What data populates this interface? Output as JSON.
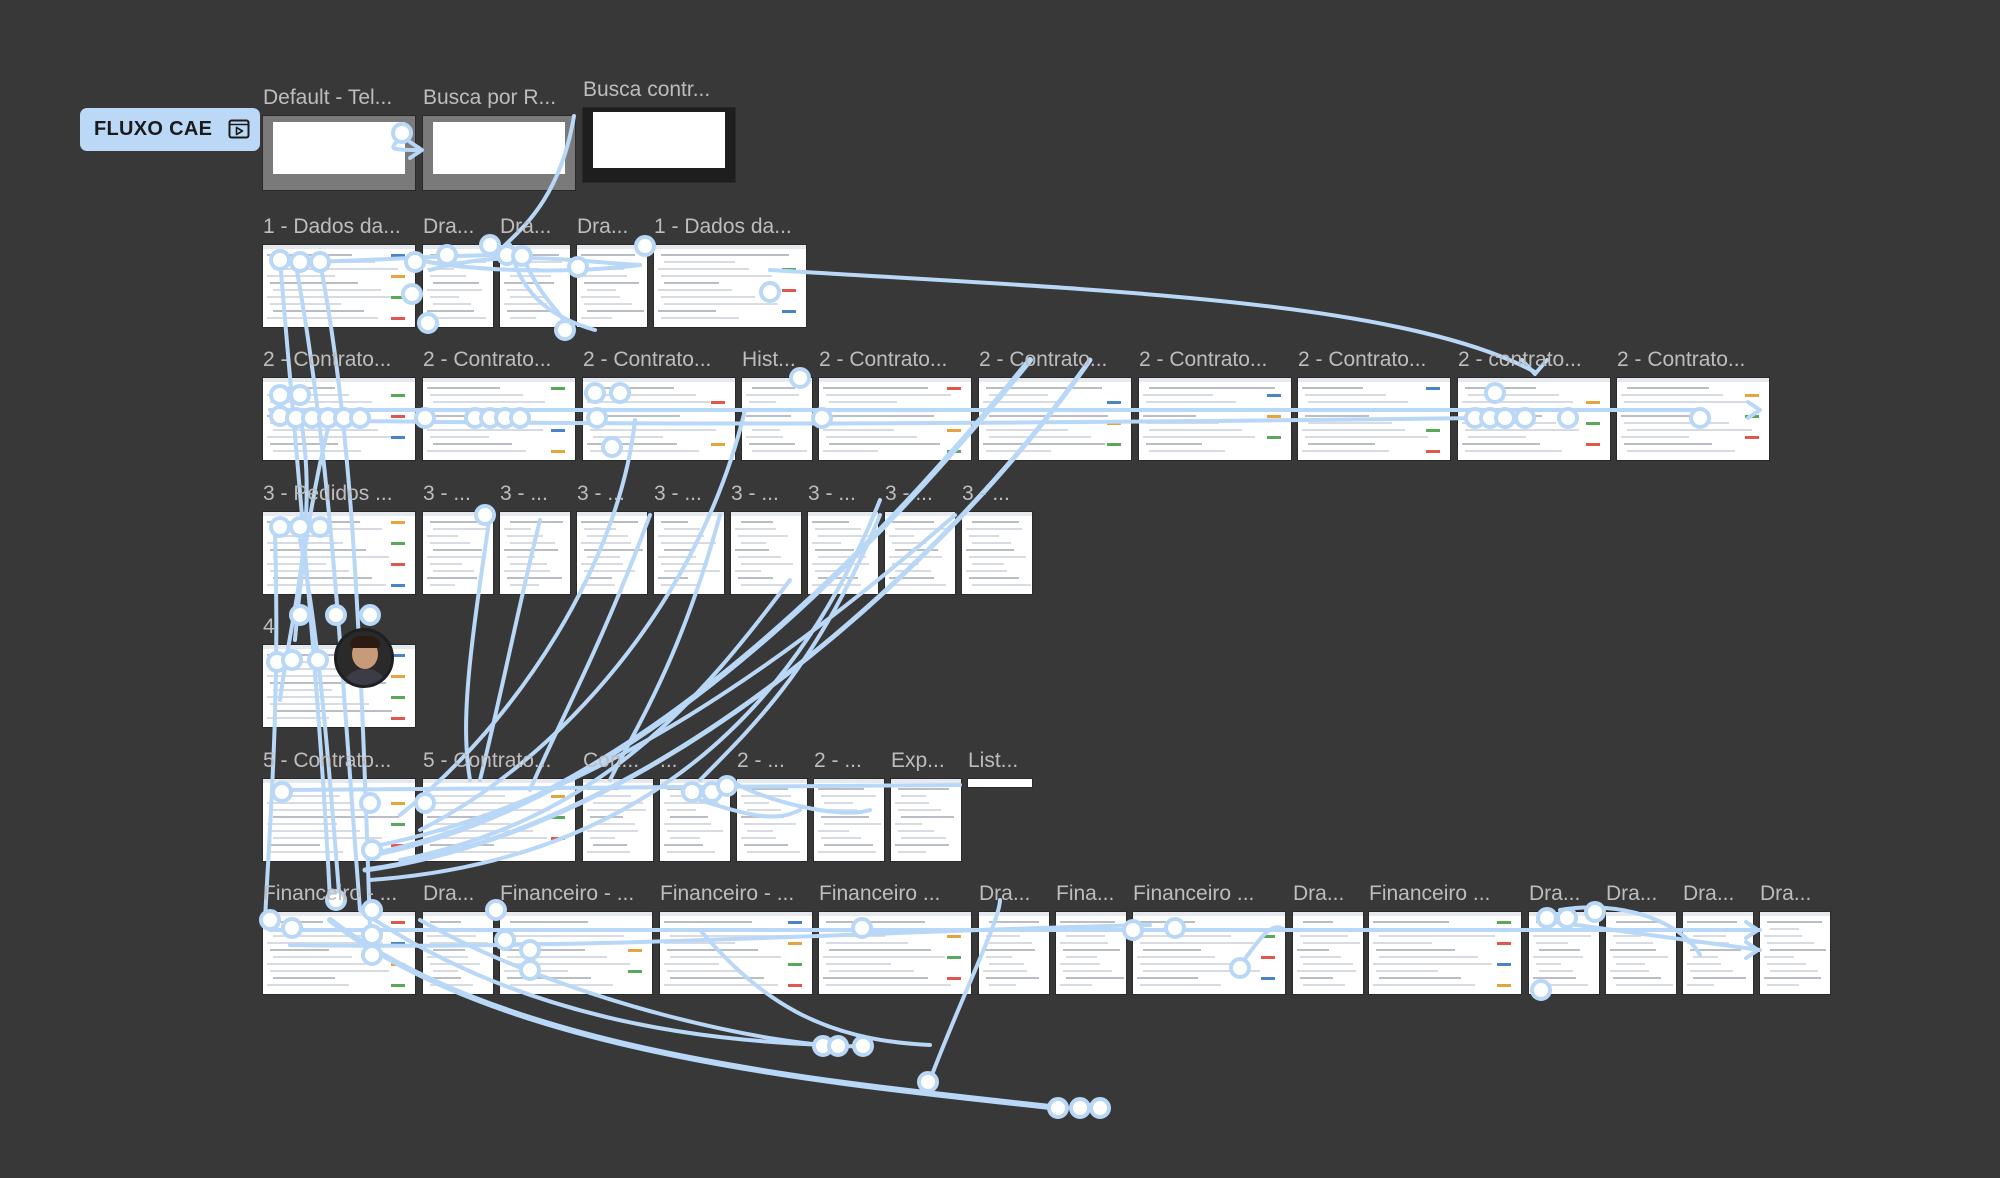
{
  "flow": {
    "label": "FLUXO CAE",
    "icon": "play-icon"
  },
  "labels": [
    {
      "id": "r0c0",
      "text": "Default - Tel..."
    },
    {
      "id": "r0c1",
      "text": "Busca por R..."
    },
    {
      "id": "r0c2",
      "text": "Busca contr..."
    },
    {
      "id": "r1c0",
      "text": "1 - Dados da..."
    },
    {
      "id": "r1c1",
      "text": "Dra..."
    },
    {
      "id": "r1c2",
      "text": "Dra..."
    },
    {
      "id": "r1c3",
      "text": "Dra..."
    },
    {
      "id": "r1c4",
      "text": "1 - Dados da..."
    },
    {
      "id": "r2c0",
      "text": "2 - Contrato..."
    },
    {
      "id": "r2c1",
      "text": "2 - Contrato..."
    },
    {
      "id": "r2c2",
      "text": "2 - Contrato..."
    },
    {
      "id": "r2c3",
      "text": "Hist..."
    },
    {
      "id": "r2c4",
      "text": "2 - Contrato..."
    },
    {
      "id": "r2c5",
      "text": "2 - Contrato..."
    },
    {
      "id": "r2c6",
      "text": "2 - Contrato..."
    },
    {
      "id": "r2c7",
      "text": "2 - Contrato..."
    },
    {
      "id": "r2c8",
      "text": "2 - contrato..."
    },
    {
      "id": "r2c9",
      "text": "2 - Contrato..."
    },
    {
      "id": "r3c0",
      "text": "3 - Pedidos ..."
    },
    {
      "id": "r3c1",
      "text": "3 - ..."
    },
    {
      "id": "r3c2",
      "text": "3 - ..."
    },
    {
      "id": "r3c3",
      "text": "3 - ..."
    },
    {
      "id": "r3c4",
      "text": "3 - ..."
    },
    {
      "id": "r3c5",
      "text": "3 - ..."
    },
    {
      "id": "r3c6",
      "text": "3 - ..."
    },
    {
      "id": "r3c7",
      "text": "3 - ..."
    },
    {
      "id": "r3c8",
      "text": "3 - ..."
    },
    {
      "id": "r4c0",
      "text": "4"
    },
    {
      "id": "r5c0",
      "text": "5 - Contrato..."
    },
    {
      "id": "r5c1",
      "text": "5 - Contrato..."
    },
    {
      "id": "r5c2",
      "text": "Con..."
    },
    {
      "id": "r5c3",
      "text": "..."
    },
    {
      "id": "r5c4",
      "text": "2 - ..."
    },
    {
      "id": "r5c5",
      "text": "2 - ..."
    },
    {
      "id": "r5c6",
      "text": "Exp..."
    },
    {
      "id": "r5c7",
      "text": "List..."
    },
    {
      "id": "r6c0",
      "text": "Financeiro - ..."
    },
    {
      "id": "r6c1",
      "text": "Dra..."
    },
    {
      "id": "r6c2",
      "text": "Financeiro - ..."
    },
    {
      "id": "r6c3",
      "text": "Financeiro - ..."
    },
    {
      "id": "r6c4",
      "text": "Financeiro ..."
    },
    {
      "id": "r6c5",
      "text": "Dra..."
    },
    {
      "id": "r6c6",
      "text": "Fina..."
    },
    {
      "id": "r6c7",
      "text": "Financeiro ..."
    },
    {
      "id": "r6c8",
      "text": "Dra..."
    },
    {
      "id": "r6c9",
      "text": "Financeiro ..."
    },
    {
      "id": "r6c10",
      "text": "Dra..."
    },
    {
      "id": "r6c11",
      "text": "Dra..."
    },
    {
      "id": "r6c12",
      "text": "Dra..."
    },
    {
      "id": "r6c13",
      "text": "Dra..."
    }
  ],
  "colors": {
    "canvas": "#383838",
    "connector": "#b9d7f7",
    "label": "#bdbdbd",
    "pill": "#bcd8f7"
  },
  "avatar": {
    "icon": "user-avatar"
  }
}
